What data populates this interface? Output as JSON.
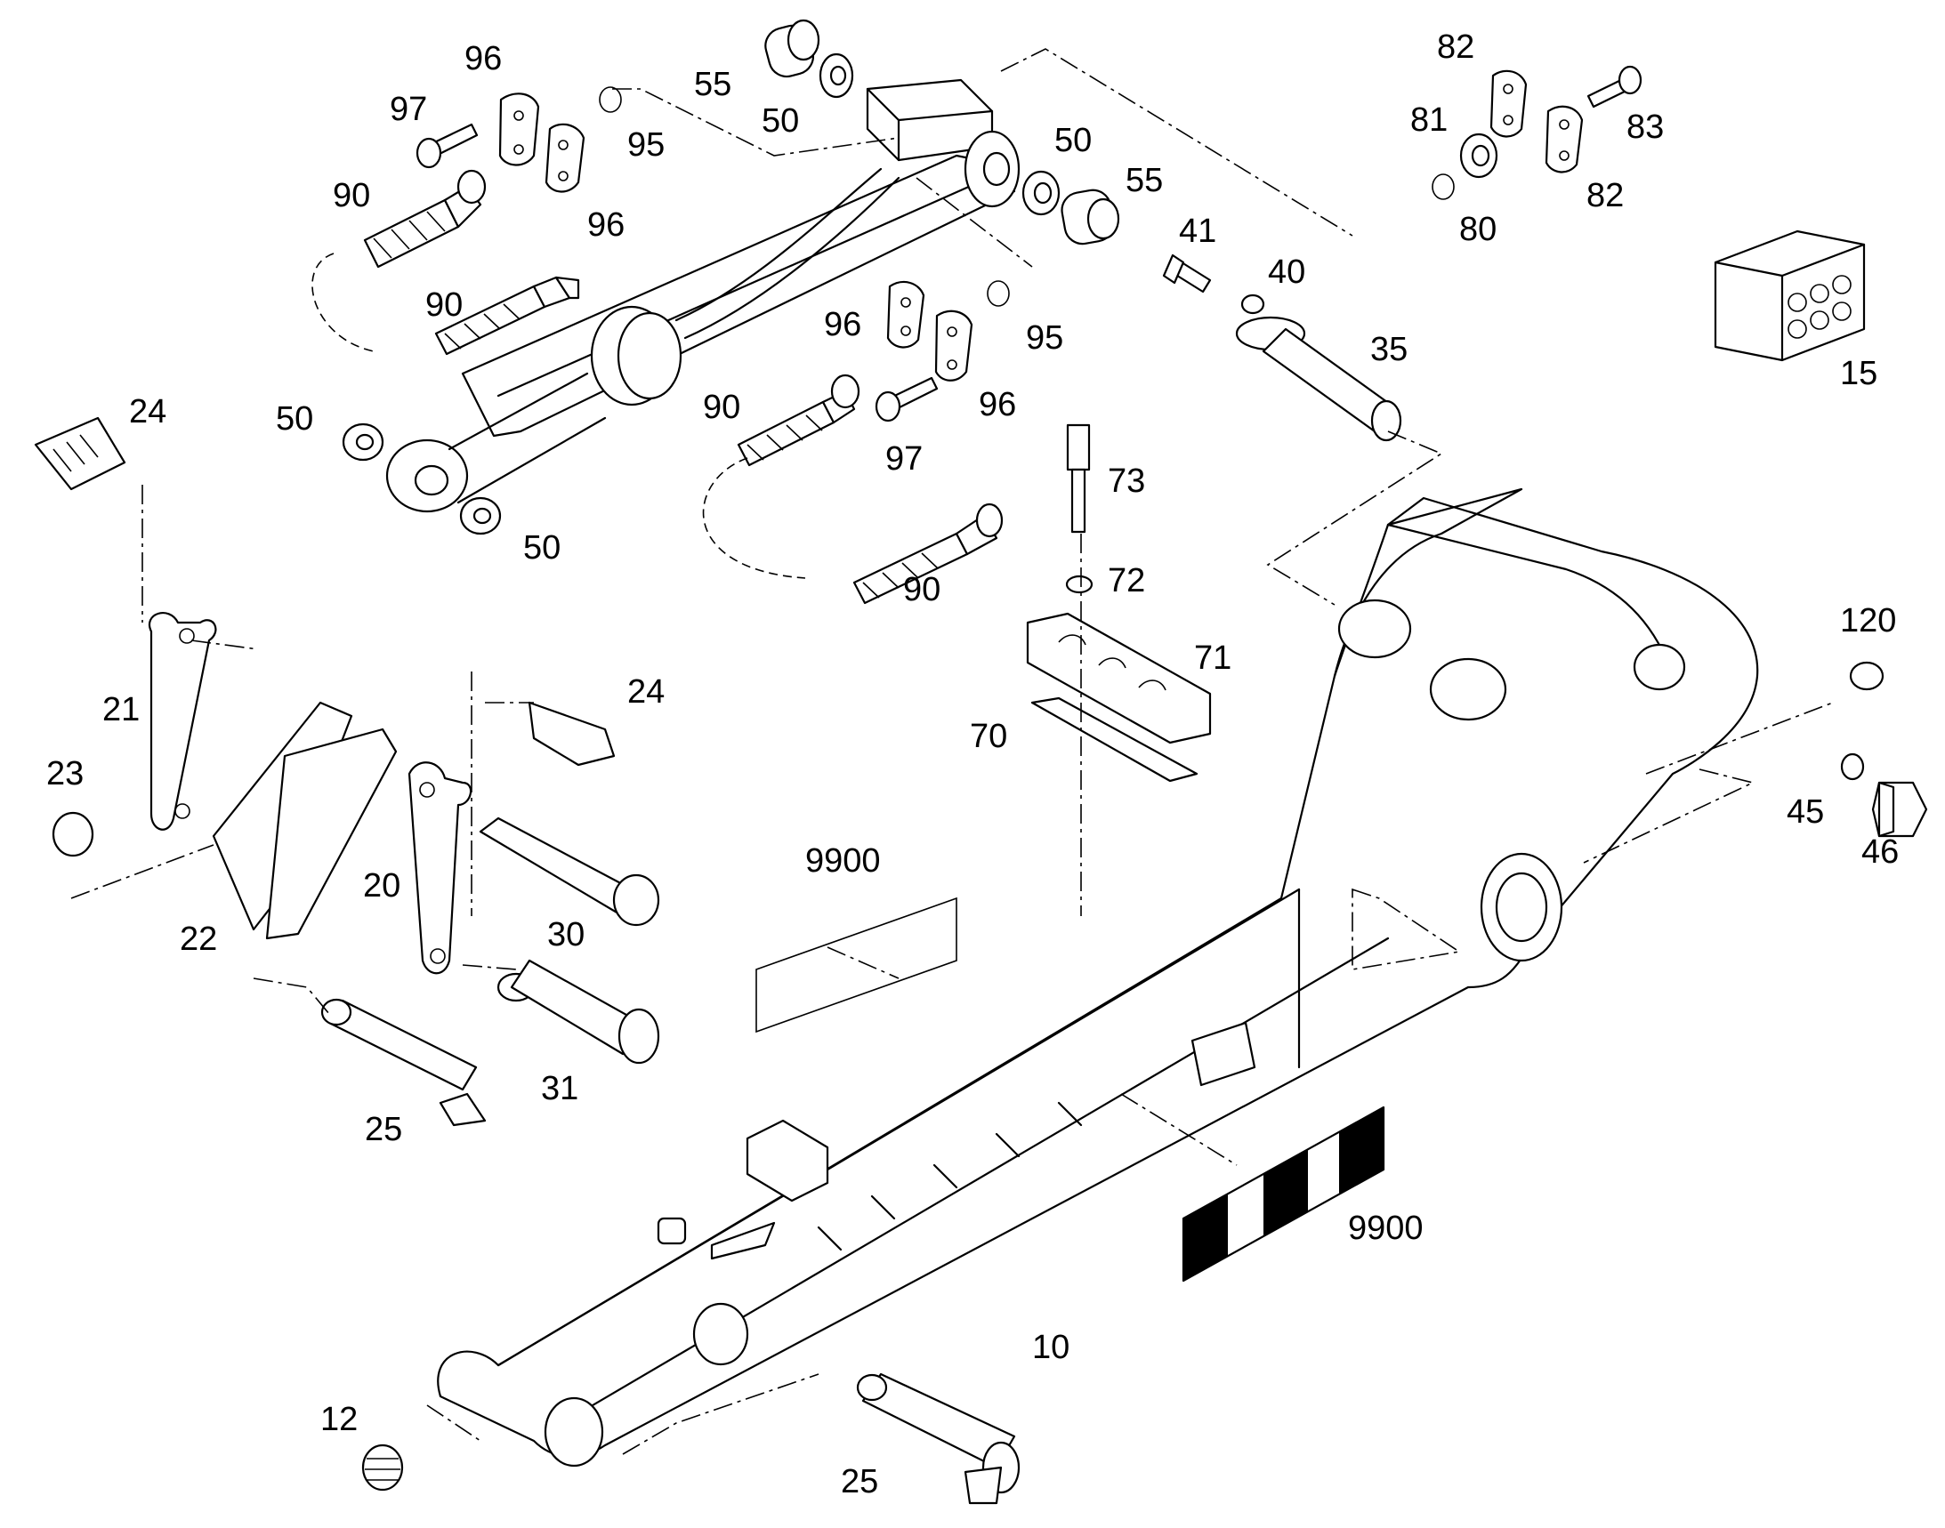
{
  "diagram": {
    "type": "exploded-parts-drawing",
    "callouts": [
      {
        "id": "c96a",
        "text": "96"
      },
      {
        "id": "c97a",
        "text": "97"
      },
      {
        "id": "c55a",
        "text": "55"
      },
      {
        "id": "c50a",
        "text": "50"
      },
      {
        "id": "c95a",
        "text": "95"
      },
      {
        "id": "c90a",
        "text": "90"
      },
      {
        "id": "c96b",
        "text": "96"
      },
      {
        "id": "c50b",
        "text": "50"
      },
      {
        "id": "c55b",
        "text": "55"
      },
      {
        "id": "c82a",
        "text": "82"
      },
      {
        "id": "c81",
        "text": "81"
      },
      {
        "id": "c83",
        "text": "83"
      },
      {
        "id": "c80",
        "text": "80"
      },
      {
        "id": "c82b",
        "text": "82"
      },
      {
        "id": "c41",
        "text": "41"
      },
      {
        "id": "c40",
        "text": "40"
      },
      {
        "id": "c35",
        "text": "35"
      },
      {
        "id": "c15",
        "text": "15"
      },
      {
        "id": "c90b",
        "text": "90"
      },
      {
        "id": "c96c",
        "text": "96"
      },
      {
        "id": "c95b",
        "text": "95"
      },
      {
        "id": "c24a",
        "text": "24"
      },
      {
        "id": "c50c",
        "text": "50"
      },
      {
        "id": "c90c",
        "text": "90"
      },
      {
        "id": "c96d",
        "text": "96"
      },
      {
        "id": "c97b",
        "text": "97"
      },
      {
        "id": "c73",
        "text": "73"
      },
      {
        "id": "c50d",
        "text": "50"
      },
      {
        "id": "c72",
        "text": "72"
      },
      {
        "id": "c90d",
        "text": "90"
      },
      {
        "id": "c71",
        "text": "71"
      },
      {
        "id": "c120",
        "text": "120"
      },
      {
        "id": "c21",
        "text": "21"
      },
      {
        "id": "c24b",
        "text": "24"
      },
      {
        "id": "c70",
        "text": "70"
      },
      {
        "id": "c23",
        "text": "23"
      },
      {
        "id": "c45",
        "text": "45"
      },
      {
        "id": "c46",
        "text": "46"
      },
      {
        "id": "c9900a",
        "text": "9900"
      },
      {
        "id": "c20",
        "text": "20"
      },
      {
        "id": "c30",
        "text": "30"
      },
      {
        "id": "c22",
        "text": "22"
      },
      {
        "id": "c31",
        "text": "31"
      },
      {
        "id": "c25a",
        "text": "25"
      },
      {
        "id": "c9900b",
        "text": "9900"
      },
      {
        "id": "c10",
        "text": "10"
      },
      {
        "id": "c12",
        "text": "12"
      },
      {
        "id": "c25b",
        "text": "25"
      }
    ]
  }
}
